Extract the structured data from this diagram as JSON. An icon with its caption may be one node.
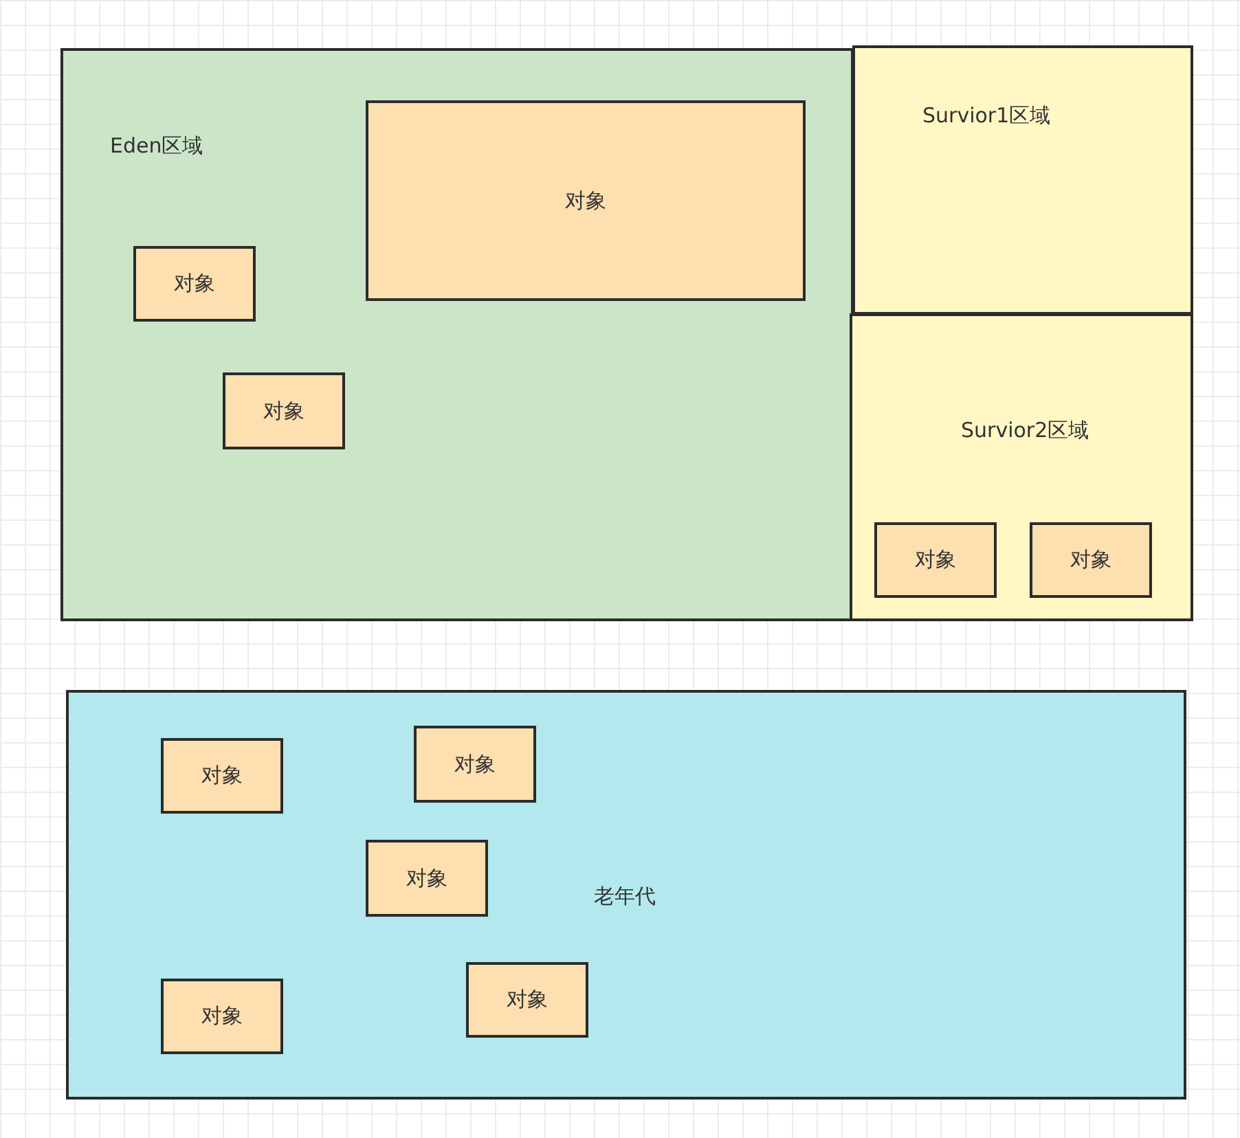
{
  "diagram": {
    "nodes": [
      {
        "text": [
          "Eden区域"
        ]
      },
      {
        "text": [
          "对象"
        ],
        "in": 0
      },
      {
        "text": [
          "对象"
        ],
        "in": 0
      },
      {
        "text": [
          "对象"
        ],
        "in": 0
      },
      {
        "text": [
          "Survior1区域"
        ]
      },
      {
        "text": [
          "Survior2区域"
        ]
      },
      {
        "text": [
          "对象"
        ],
        "in": 5
      },
      {
        "text": [
          "对象"
        ],
        "in": 5
      },
      {
        "text": [
          "老年代"
        ]
      },
      {
        "text": [
          "对象"
        ],
        "in": 8
      },
      {
        "text": [
          "对象"
        ],
        "in": 8
      },
      {
        "text": [
          "对象"
        ],
        "in": 8
      },
      {
        "text": [
          "对象"
        ],
        "in": 8
      },
      {
        "text": [
          "对象"
        ],
        "in": 8
      }
    ],
    "edges": []
  }
}
